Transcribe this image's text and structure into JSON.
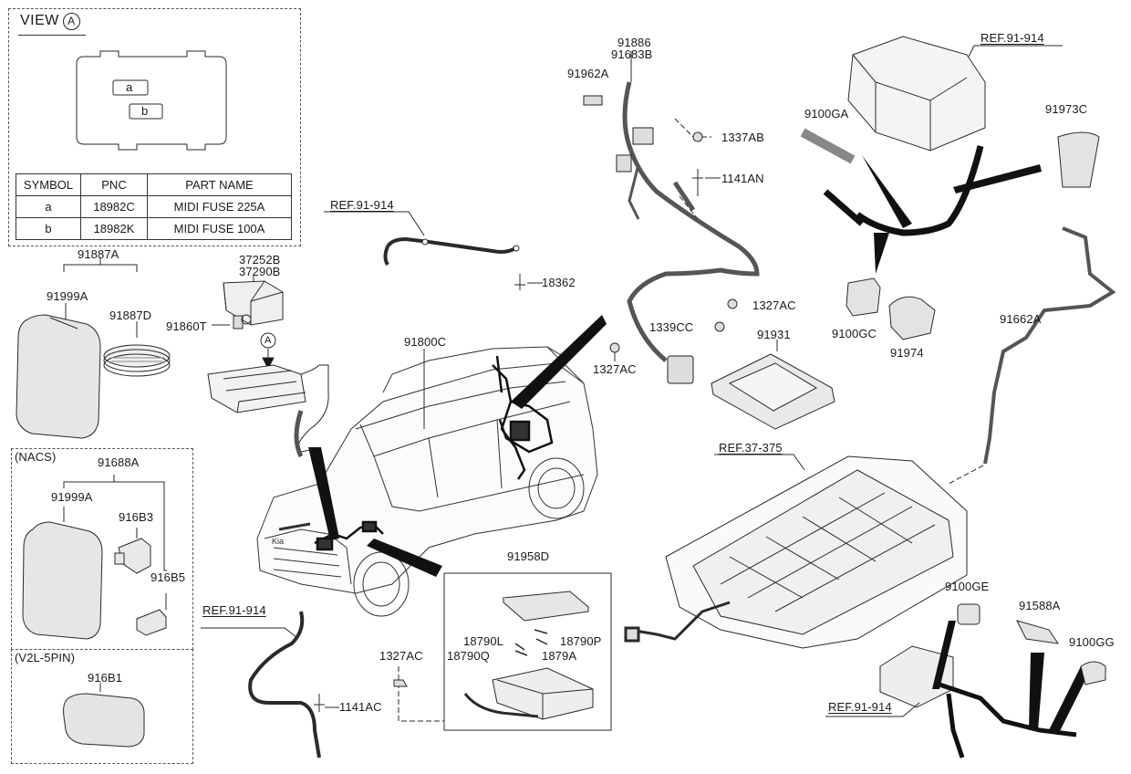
{
  "view": {
    "title": "VIEW",
    "marker": "A",
    "slot_a": "a",
    "slot_b": "b"
  },
  "fuse_table": {
    "headers": [
      "SYMBOL",
      "PNC",
      "PART NAME"
    ],
    "rows": [
      [
        "a",
        "18982C",
        "MIDI FUSE 225A"
      ],
      [
        "b",
        "18982K",
        "MIDI FUSE 100A"
      ]
    ]
  },
  "sections": {
    "nacs": "(NACS)",
    "v2l": "(V2L-5PIN)"
  },
  "callouts": {
    "c91887A": "91887A",
    "c91999A_top": "91999A",
    "c91887D": "91887D",
    "c37252B": "37252B",
    "c37290B": "37290B",
    "c91860T": "91860T",
    "cA": "A",
    "c91688A": "91688A",
    "c91999A_nacs": "91999A",
    "c916B3": "916B3",
    "c916B5": "916B5",
    "c916B1": "916B1",
    "ref_91914_a": "REF.91-914",
    "c18362": "18362",
    "c91800C": "91800C",
    "ref_91914_b": "REF.91-914",
    "c1141AC": "1141AC",
    "c1327AC_low": "1327AC",
    "c91958D": "91958D",
    "c18790L": "18790L",
    "c18790P": "18790P",
    "c18790Q": "18790Q",
    "c1879A": "1879A",
    "c91886": "91886",
    "c91683B": "91683B",
    "c91962A": "91962A",
    "c1337AB": "1337AB",
    "c1141AN": "1141AN",
    "c1327AC_mid": "1327AC",
    "c1339CC": "1339CC",
    "c1327AC_left": "1327AC",
    "c91931": "91931",
    "ref_91914_c": "REF.91-914",
    "c9100GA": "9100GA",
    "c91973C": "91973C",
    "c9100GC": "9100GC",
    "c91974": "91974",
    "c91662A": "91662A",
    "ref_37375": "REF.37-375",
    "c9100GE": "9100GE",
    "c91588A": "91588A",
    "c9100GG": "9100GG",
    "ref_91914_d": "REF.91-914"
  }
}
